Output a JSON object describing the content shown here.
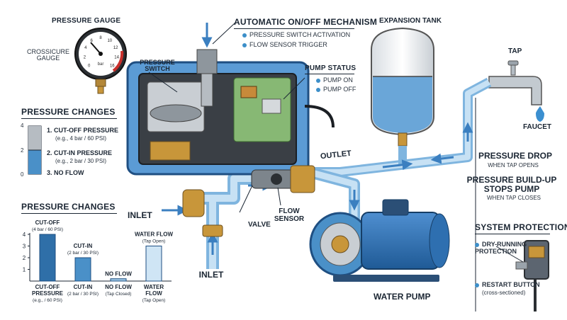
{
  "gauge": {
    "title": "PRESSURE GAUGE",
    "side_label": "CROSSICURE\nGAUGE",
    "dial_numbers": [
      "0",
      "2",
      "4",
      "6",
      "8",
      "10",
      "12",
      "14",
      "16"
    ],
    "unit": "bar"
  },
  "mechanism": {
    "title": "AUTOMATIC ON/OFF MECHANISM",
    "bullets": [
      "PRESSURE SWITCH ACTIVATION",
      "FLOW SENSOR TRIGGER"
    ]
  },
  "pressure_switch_label": "PRESSURE\nSWITCH",
  "pump_status": {
    "title": "PUMP STATUS",
    "bullets": [
      "PUMP ON",
      "PUMP OFF"
    ]
  },
  "expansion_tank": "EXPANSION TANK",
  "tap": "TAP",
  "faucet": "FAUCET",
  "outlet": "OUTLET",
  "inlet_side": "INLET",
  "inlet_bottom": "INLET",
  "valve": "VALVE",
  "flow_sensor": "FLOW\nSENSOR",
  "water_pump": "WATER PUMP",
  "pressure_drop": {
    "title": "PRESSURE DROP",
    "sub": "WHEN TAP OPENS"
  },
  "pressure_buildup": {
    "title": "PRESSURE BUILD-UP\nSTOPS PUMP",
    "sub": "WHEN TAP CLOSES"
  },
  "system_protection": {
    "title": "SYSTEM PROTECTION",
    "dry_running": "DRY-RUNNING\nPROTECTION",
    "restart_button": "RESTART BUTTON",
    "restart_sub": "(cross-sectioned)"
  },
  "pressure_changes_top": {
    "title": "PRESSURE CHANGES",
    "axis_ticks": [
      "0",
      "2",
      "4"
    ],
    "items": [
      {
        "title": "1. CUT-OFF PRESSURE",
        "sub": "(e.g., 4 bar / 60 PSI)"
      },
      {
        "title": "2. CUT-IN PRESSURE",
        "sub": "(e.g., 2 bar / 30 PSI)"
      },
      {
        "title": "3. NO FLOW",
        "sub": ""
      }
    ]
  },
  "chart_data": {
    "type": "bar",
    "title": "PRESSURE CHANGES",
    "categories": [
      "CUT-OFF",
      "CUT-IN",
      "NO FLOW",
      "WATER FLOW"
    ],
    "values": [
      4,
      2,
      0.2,
      3
    ],
    "ylim": [
      0,
      4
    ],
    "yticks": [
      1,
      2,
      3,
      4
    ],
    "bar_top_labels": [
      {
        "title": "CUT-OFF",
        "sub": "(4 bar / 60 PSI)"
      },
      {
        "title": "CUT-IN",
        "sub": "(2 bar / 30 PSI)"
      },
      {
        "title": "NO FLOW",
        "sub": ""
      },
      {
        "title": "WATER FLOW",
        "sub": "(Tap Open)"
      }
    ],
    "bar_bottom_labels": [
      {
        "title": "CUT-OFF\nPRESSURE",
        "sub": "(e.g., / 60 PSI)"
      },
      {
        "title": "CUT-IN",
        "sub": "(2 bar / 30 PSI)"
      },
      {
        "title": "NO FLOW",
        "sub": "(Tap Closed)"
      },
      {
        "title": "WATER\nFLOW",
        "sub": "(Tap Open)"
      }
    ],
    "colors": [
      "#2f6fa8",
      "#4a90c8",
      "#9fc8e6",
      "#cfe5f5"
    ]
  },
  "palette": {
    "water": "#4a90c8",
    "water_light": "#9fc8e6",
    "casing": "#5b9bd5",
    "brass": "#c8963a",
    "dark": "#1b2633",
    "motor": "#2e6fb0",
    "gray": "#8c949c"
  }
}
